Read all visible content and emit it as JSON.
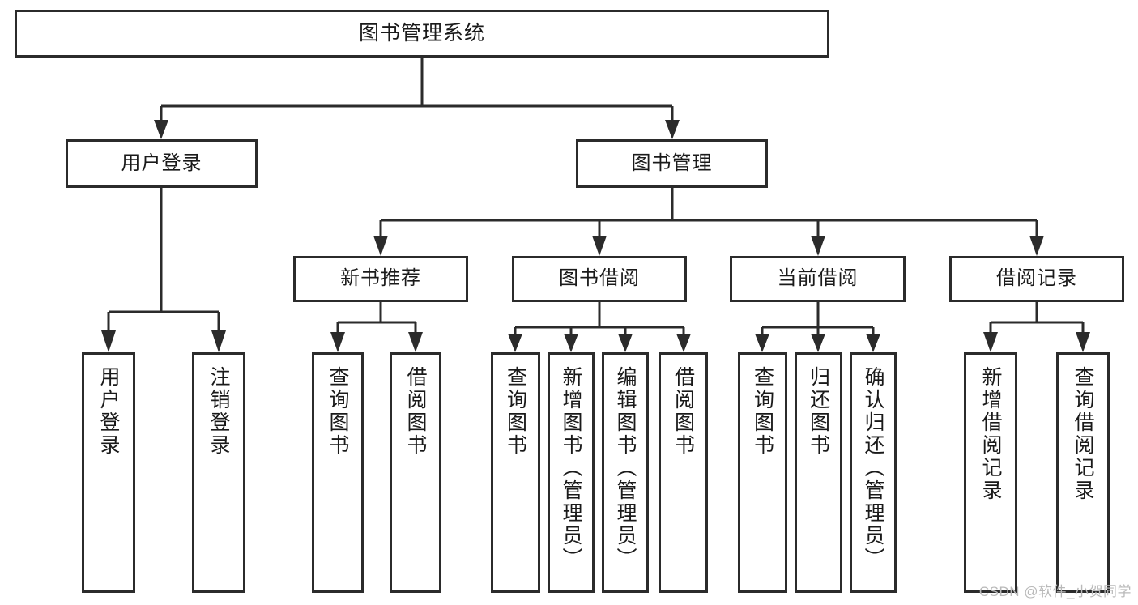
{
  "diagram": {
    "title": "图书管理系统",
    "type": "tree",
    "background_color": "#ffffff",
    "line_color": "#2b2b2b",
    "text_color": "#1a1a1a"
  },
  "root": {
    "label": "图书管理系统"
  },
  "level2": [
    {
      "label": "用户登录"
    },
    {
      "label": "图书管理"
    }
  ],
  "level3": [
    {
      "label": "新书推荐"
    },
    {
      "label": "图书借阅"
    },
    {
      "label": "当前借阅"
    },
    {
      "label": "借阅记录"
    }
  ],
  "leaves": {
    "user_login": [
      {
        "label": "用户登录"
      },
      {
        "label": "注销登录"
      }
    ],
    "new_book_recommend": [
      {
        "label": "查询图书"
      },
      {
        "label": "借阅图书"
      }
    ],
    "book_borrow": [
      {
        "label": "查询图书"
      },
      {
        "label": "新增图书（管理员）"
      },
      {
        "label": "编辑图书（管理员）"
      },
      {
        "label": "借阅图书"
      }
    ],
    "current_borrow": [
      {
        "label": "查询图书"
      },
      {
        "label": "归还图书"
      },
      {
        "label": "确认归还（管理员）"
      }
    ],
    "borrow_record": [
      {
        "label": "新增借阅记录"
      },
      {
        "label": "查询借阅记录"
      }
    ]
  },
  "watermark": {
    "text": "CSDN @软件_小贺同学",
    "color": "#b9b9b9"
  }
}
